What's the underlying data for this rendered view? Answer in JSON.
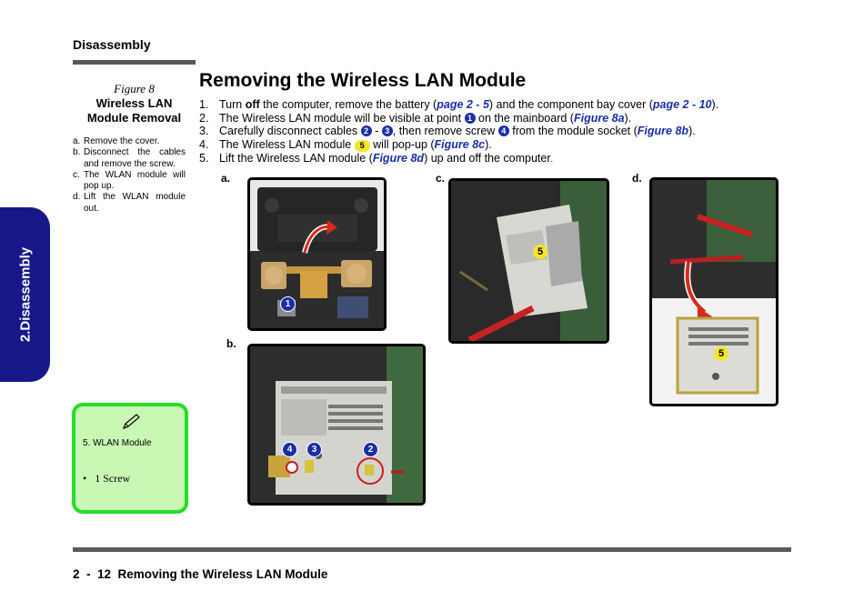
{
  "header": {
    "section": "Disassembly"
  },
  "side_tab": {
    "label": "2.Disassembly"
  },
  "figure": {
    "number": "Figure 8",
    "title_line1": "Wireless LAN",
    "title_line2": "Module Removal",
    "steps": [
      {
        "letter": "a.",
        "text": "Remove the cover."
      },
      {
        "letter": "b.",
        "text": "Disconnect the cables and remove the screw."
      },
      {
        "letter": "c.",
        "text": "The WLAN module will pop up."
      },
      {
        "letter": "d.",
        "text": "Lift the WLAN module out."
      }
    ]
  },
  "main": {
    "title": "Removing the Wireless LAN Module",
    "steps": {
      "s1": {
        "num": "1.",
        "t1": "Turn ",
        "b1": "off",
        "t2": " the computer, remove the battery (",
        "r1": "page 2 - 5",
        "t3": ") and the component bay cover (",
        "r2": "page 2 - 10",
        "t4": ")."
      },
      "s2": {
        "num": "2.",
        "t1": "The Wireless LAN module will be visible at point ",
        "c1": "1",
        "t2": " on the mainboard (",
        "r1": "Figure 8a",
        "t3": ")."
      },
      "s3": {
        "num": "3.",
        "t1": "Carefully disconnect cables ",
        "c1": "2",
        "t2": " - ",
        "c2": "3",
        "t3": ", then remove screw ",
        "c3": "4",
        "t4": " from the module socket (",
        "r1": "Figure 8b",
        "t5": ")."
      },
      "s4": {
        "num": "4.",
        "t1": "The Wireless LAN module ",
        "c1": "5",
        "t2": " will pop-up (",
        "r1": "Figure 8c",
        "t3": ")."
      },
      "s5": {
        "num": "5.",
        "t1": "Lift the Wireless LAN module (",
        "r1": "Figure 8d",
        "t2": ") up and off the computer",
        "t3": "."
      }
    }
  },
  "photos": {
    "a": {
      "label": "a.",
      "callouts": [
        "1"
      ]
    },
    "b": {
      "label": "b.",
      "callouts": [
        "4",
        "3",
        "2"
      ]
    },
    "c": {
      "label": "c.",
      "callouts": [
        "5"
      ]
    },
    "d": {
      "label": "d.",
      "callouts": [
        "5"
      ]
    }
  },
  "note": {
    "item": "5.   WLAN Module",
    "bullet": "1 Screw"
  },
  "footer": {
    "text": "2  -  12  Removing the Wireless LAN Module"
  },
  "colors": {
    "accent_blue": "#1a2ea6",
    "tab_navy": "#17178a",
    "note_green": "#28dd28",
    "callout_yellow": "#f3e627"
  }
}
